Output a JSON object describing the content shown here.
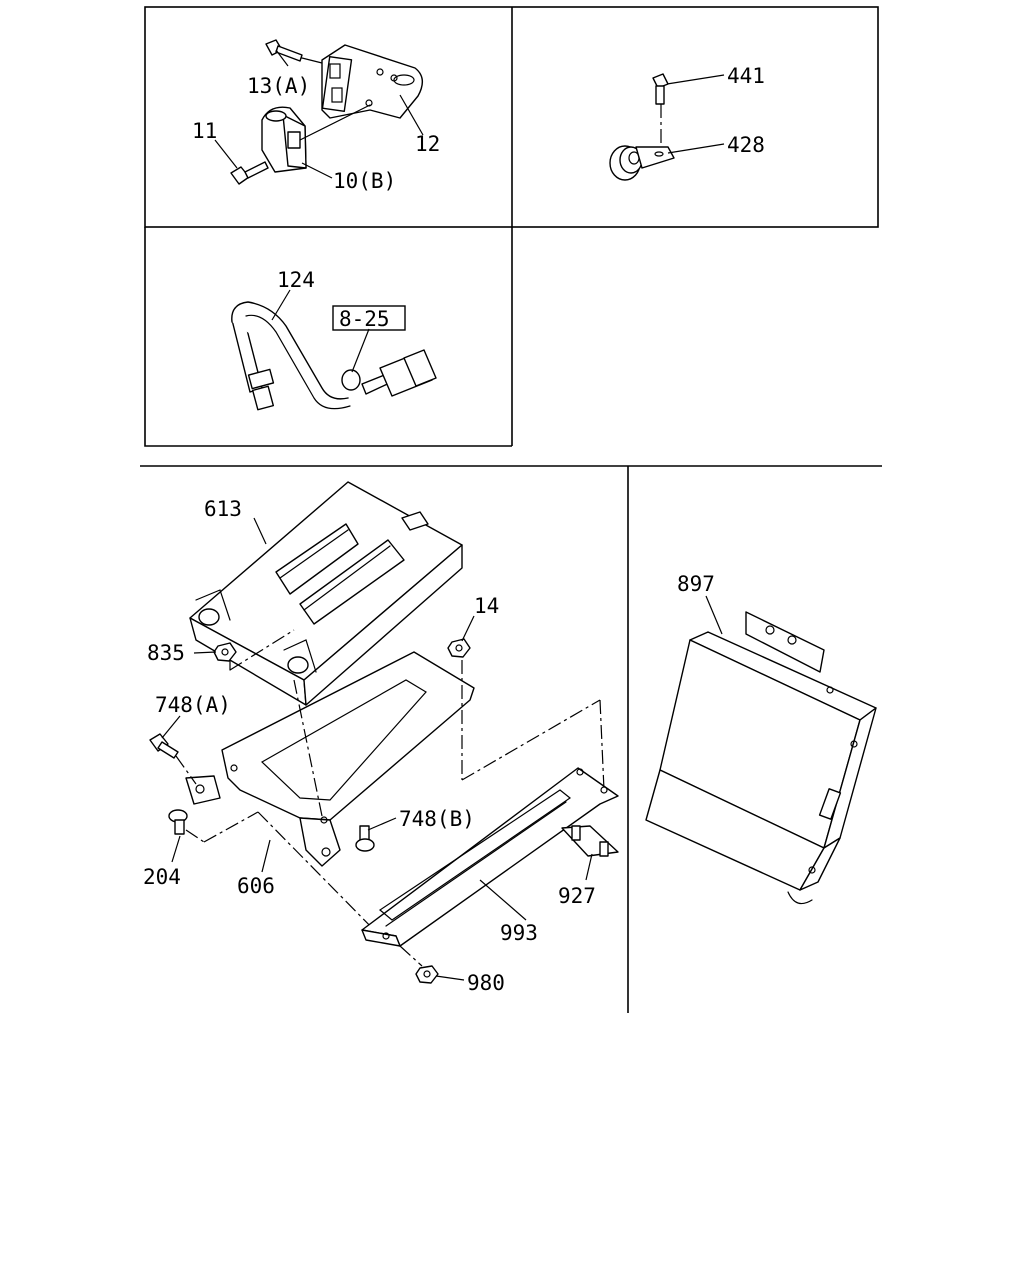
{
  "diagram": {
    "labels": {
      "p13a": "13(A)",
      "p11": "11",
      "p12": "12",
      "p10b": "10(B)",
      "p441": "441",
      "p428": "428",
      "p124": "124",
      "ref825": "8-25",
      "p613": "613",
      "p14": "14",
      "p835": "835",
      "p748a": "748(A)",
      "p748b": "748(B)",
      "p204": "204",
      "p606": "606",
      "p927": "927",
      "p993": "993",
      "p980": "980",
      "p897": "897"
    }
  }
}
